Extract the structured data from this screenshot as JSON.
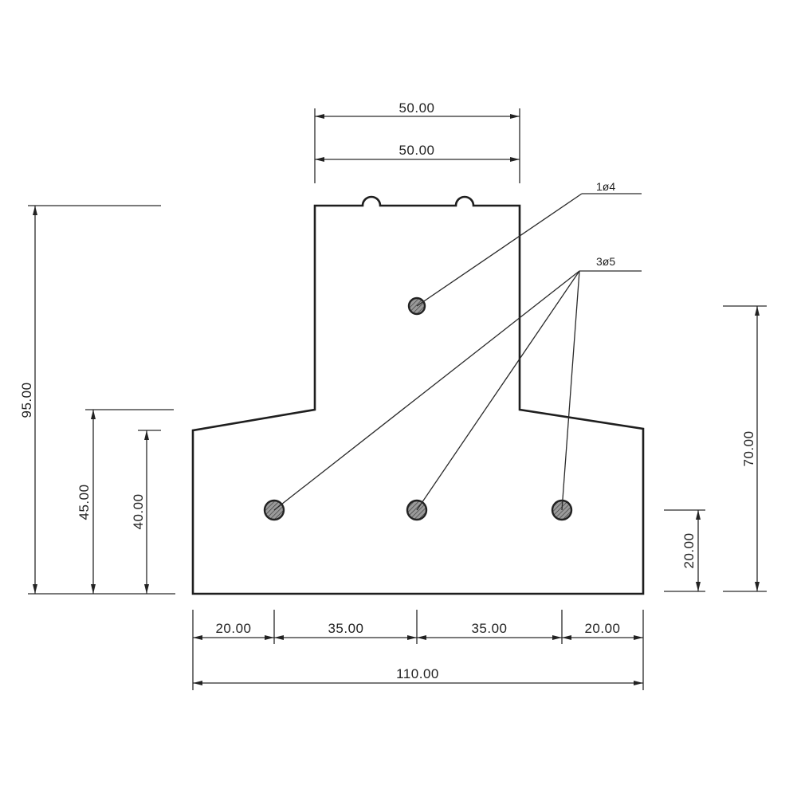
{
  "drawing": {
    "dimensions": {
      "top_width_outer": "50.00",
      "top_width_inner": "50.00",
      "total_height": "95.00",
      "flange_outer_height": "45.00",
      "flange_inner_height": "40.00",
      "right_total_height": "70.00",
      "right_bar_height": "20.00",
      "bottom_seg_1": "20.00",
      "bottom_seg_2": "35.00",
      "bottom_seg_3": "35.00",
      "bottom_seg_4": "20.00",
      "total_width": "110.00"
    },
    "callouts": {
      "top_bar": "1ø4",
      "bottom_bars": "3ø5"
    },
    "rebar": {
      "top_count": 1,
      "bottom_count": 3
    }
  }
}
